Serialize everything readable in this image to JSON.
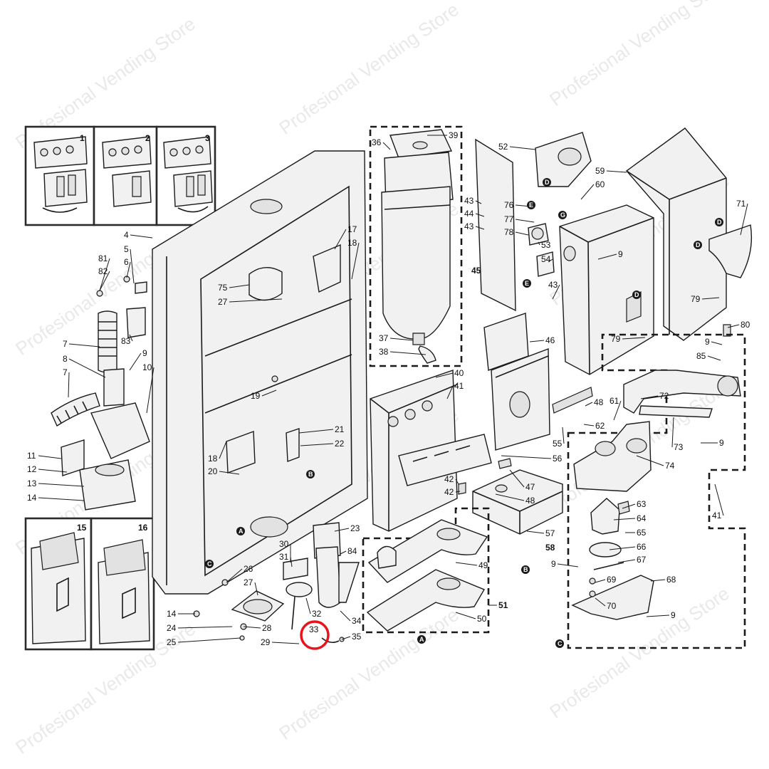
{
  "watermark": "Profesional Vending Store",
  "highlight": {
    "part": "33",
    "color": "#e8141b"
  },
  "line_color": "#1a1a1a",
  "kit_boxes": [
    {
      "id": "1"
    },
    {
      "id": "2"
    },
    {
      "id": "3"
    },
    {
      "id": "15"
    },
    {
      "id": "16"
    }
  ],
  "groups": [
    {
      "id": "45"
    },
    {
      "id": "51"
    },
    {
      "id": "58"
    }
  ],
  "section_markers": [
    "A",
    "B",
    "C",
    "D",
    "E",
    "G"
  ],
  "callouts": [
    {
      "n": "1"
    },
    {
      "n": "2"
    },
    {
      "n": "3"
    },
    {
      "n": "4"
    },
    {
      "n": "5"
    },
    {
      "n": "6"
    },
    {
      "n": "7"
    },
    {
      "n": "8"
    },
    {
      "n": "9"
    },
    {
      "n": "10"
    },
    {
      "n": "11"
    },
    {
      "n": "12"
    },
    {
      "n": "13"
    },
    {
      "n": "14"
    },
    {
      "n": "15"
    },
    {
      "n": "16"
    },
    {
      "n": "17"
    },
    {
      "n": "18"
    },
    {
      "n": "19"
    },
    {
      "n": "20"
    },
    {
      "n": "21"
    },
    {
      "n": "22"
    },
    {
      "n": "23"
    },
    {
      "n": "24"
    },
    {
      "n": "25"
    },
    {
      "n": "26"
    },
    {
      "n": "27"
    },
    {
      "n": "28"
    },
    {
      "n": "29"
    },
    {
      "n": "30"
    },
    {
      "n": "31"
    },
    {
      "n": "32"
    },
    {
      "n": "33"
    },
    {
      "n": "34"
    },
    {
      "n": "35"
    },
    {
      "n": "36"
    },
    {
      "n": "37"
    },
    {
      "n": "38"
    },
    {
      "n": "39"
    },
    {
      "n": "40"
    },
    {
      "n": "41"
    },
    {
      "n": "42"
    },
    {
      "n": "43"
    },
    {
      "n": "44"
    },
    {
      "n": "45"
    },
    {
      "n": "46"
    },
    {
      "n": "47"
    },
    {
      "n": "48"
    },
    {
      "n": "49"
    },
    {
      "n": "50"
    },
    {
      "n": "51"
    },
    {
      "n": "52"
    },
    {
      "n": "53"
    },
    {
      "n": "54"
    },
    {
      "n": "55"
    },
    {
      "n": "56"
    },
    {
      "n": "57"
    },
    {
      "n": "58"
    },
    {
      "n": "59"
    },
    {
      "n": "60"
    },
    {
      "n": "61"
    },
    {
      "n": "62"
    },
    {
      "n": "63"
    },
    {
      "n": "64"
    },
    {
      "n": "65"
    },
    {
      "n": "66"
    },
    {
      "n": "67"
    },
    {
      "n": "68"
    },
    {
      "n": "69"
    },
    {
      "n": "70"
    },
    {
      "n": "71"
    },
    {
      "n": "72"
    },
    {
      "n": "73"
    },
    {
      "n": "74"
    },
    {
      "n": "75"
    },
    {
      "n": "76"
    },
    {
      "n": "77"
    },
    {
      "n": "78"
    },
    {
      "n": "79"
    },
    {
      "n": "80"
    },
    {
      "n": "81"
    },
    {
      "n": "82"
    },
    {
      "n": "83"
    },
    {
      "n": "84"
    },
    {
      "n": "85"
    }
  ]
}
